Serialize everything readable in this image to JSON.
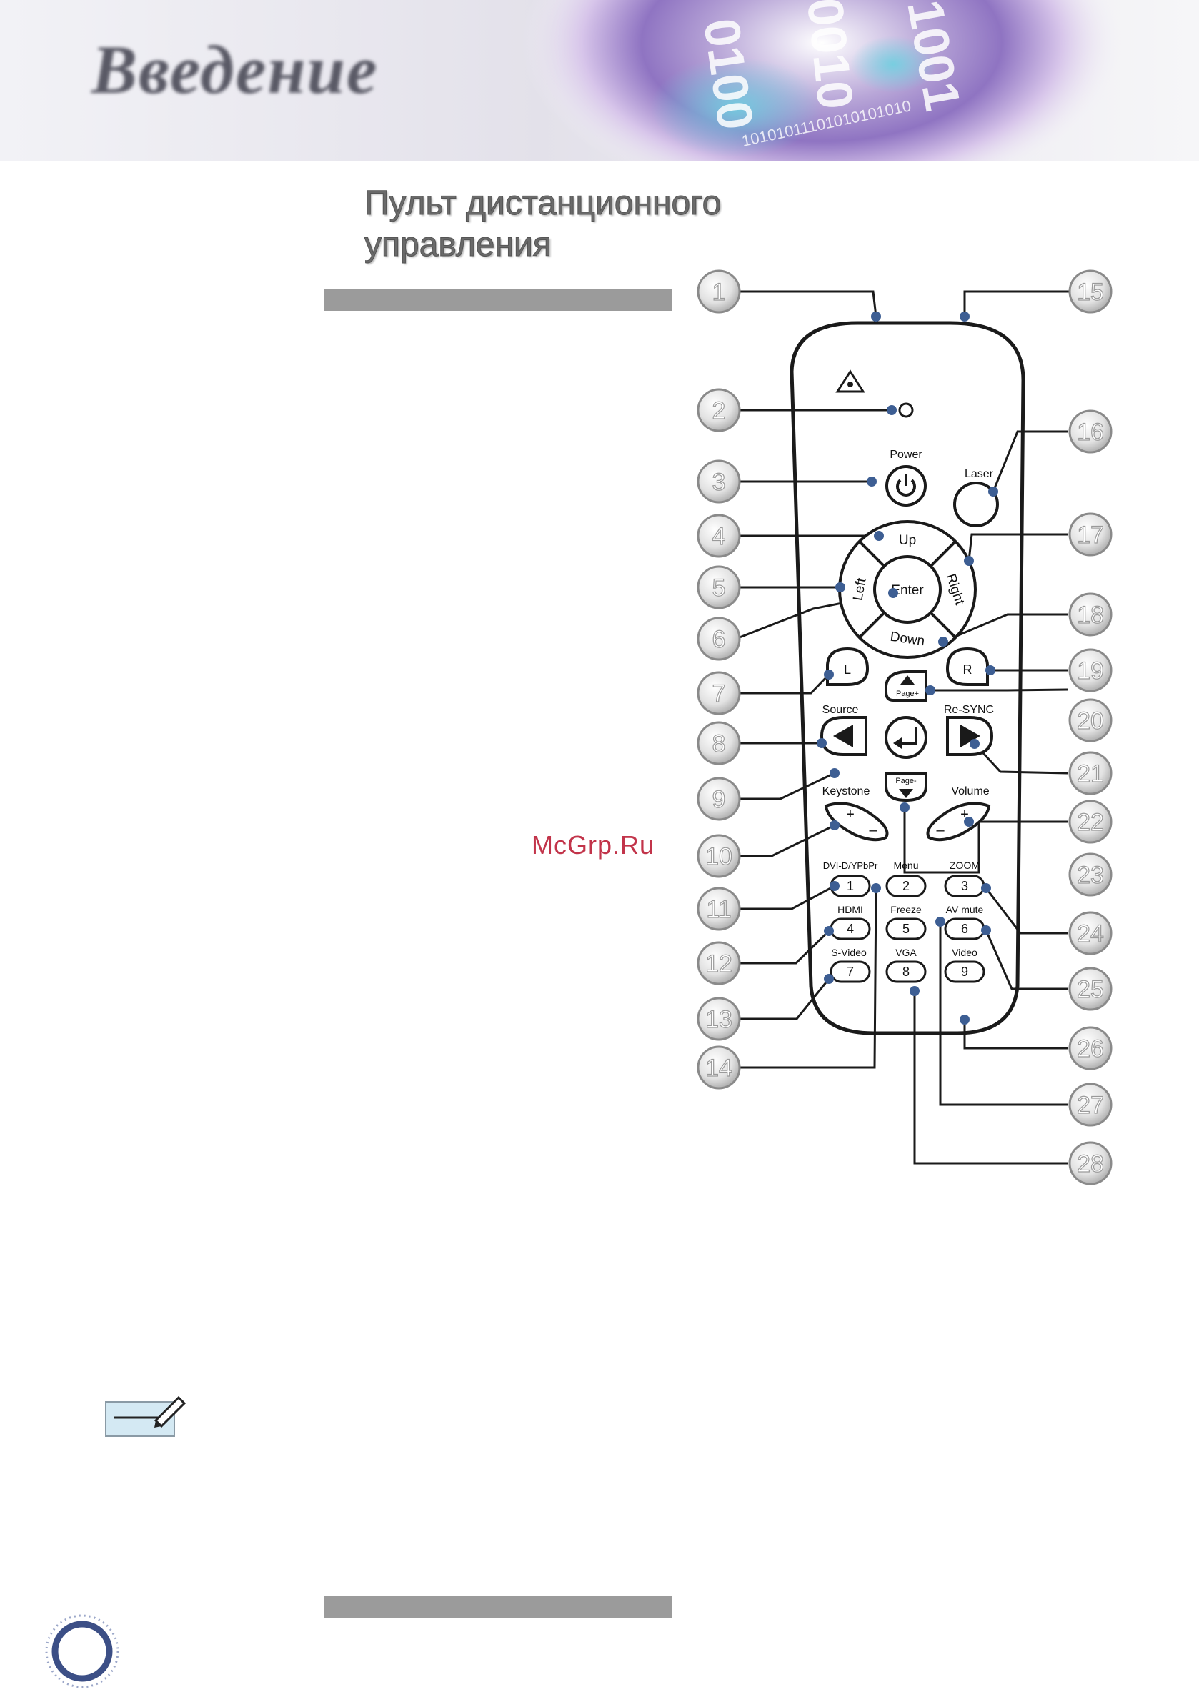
{
  "header": {
    "section_title": "Введение",
    "binary_decor": [
      "0100",
      "0010",
      "1001",
      "10101011101010101010"
    ]
  },
  "page": {
    "title_line1": "Пульт дистанционного",
    "title_line2": "управления"
  },
  "watermark": "McGrp.Ru",
  "remote": {
    "buttons": {
      "power": "Power",
      "laser": "Laser",
      "up": "Up",
      "down": "Down",
      "left": "Left",
      "right": "Right",
      "enter": "Enter",
      "l": "L",
      "r": "R",
      "page_up": "Page+",
      "page_down": "Page-",
      "source": "Source",
      "resync": "Re-SYNC",
      "keystone": "Keystone",
      "volume": "Volume",
      "plus": "+",
      "minus": "–",
      "labels": {
        "dvi": "DVI-D/YPbPr",
        "menu": "Menu",
        "zoom": "ZOOM",
        "hdmi": "HDMI",
        "freeze": "Freeze",
        "avmute": "AV mute",
        "svideo": "S-Video",
        "vga": "VGA",
        "video": "Video"
      },
      "numbers": [
        "1",
        "2",
        "3",
        "4",
        "5",
        "6",
        "7",
        "8",
        "9"
      ]
    },
    "callouts": [
      "1",
      "2",
      "3",
      "4",
      "5",
      "6",
      "7",
      "8",
      "9",
      "10",
      "11",
      "12",
      "13",
      "14",
      "15",
      "16",
      "17",
      "18",
      "19",
      "20",
      "21",
      "22",
      "23",
      "24",
      "25",
      "26",
      "27",
      "28"
    ]
  },
  "colors": {
    "callout_dot": "#3d5e93",
    "bar": "#9b9b9b",
    "watermark": "#c2344a"
  }
}
